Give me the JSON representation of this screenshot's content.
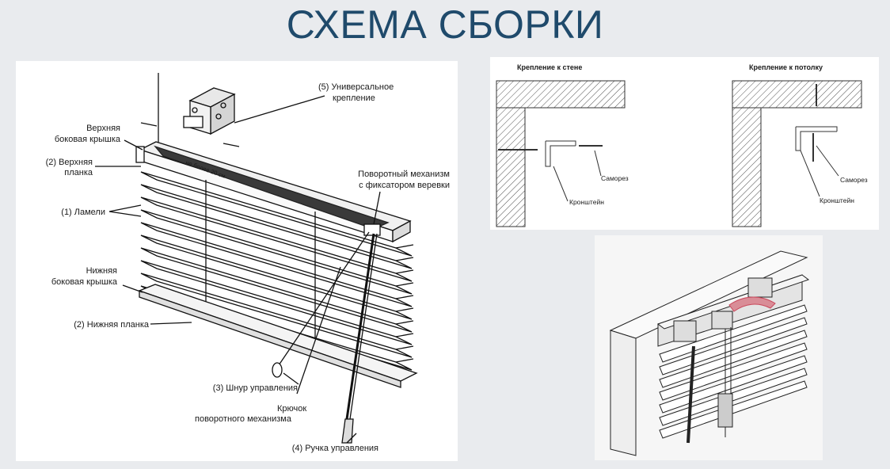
{
  "title": "СХЕМА СБОРКИ",
  "main_diagram": {
    "labels": {
      "universal_mount_1": "(5) Универсальное",
      "universal_mount_2": "крепление",
      "top_cap_1": "Верхняя",
      "top_cap_2": "боковая крышка",
      "top_rail_1": "(2) Верхняя",
      "top_rail_2": "планка",
      "slats": "(1) Ламели",
      "bottom_cap_1": "Нижняя",
      "bottom_cap_2": "боковая крышка",
      "bottom_rail": "(2) Нижняя планка",
      "tilt_mech_1": "Поворотный механизм",
      "tilt_mech_2": "с фиксатором веревки",
      "cord": "(3) Шнур управления",
      "hook_1": "Крючок",
      "hook_2": "поворотного механизма",
      "wand": "(4) Ручка управления",
      "dimension": "не более 20 см"
    }
  },
  "mounts_diagram": {
    "wall_title": "Крепление к стене",
    "ceiling_title": "Крепление к потолку",
    "screw": "Саморез",
    "bracket": "Кронштейн"
  },
  "colors": {
    "title": "#1f4a6b",
    "background": "#e9ebee",
    "arrow": "#c9485b"
  }
}
